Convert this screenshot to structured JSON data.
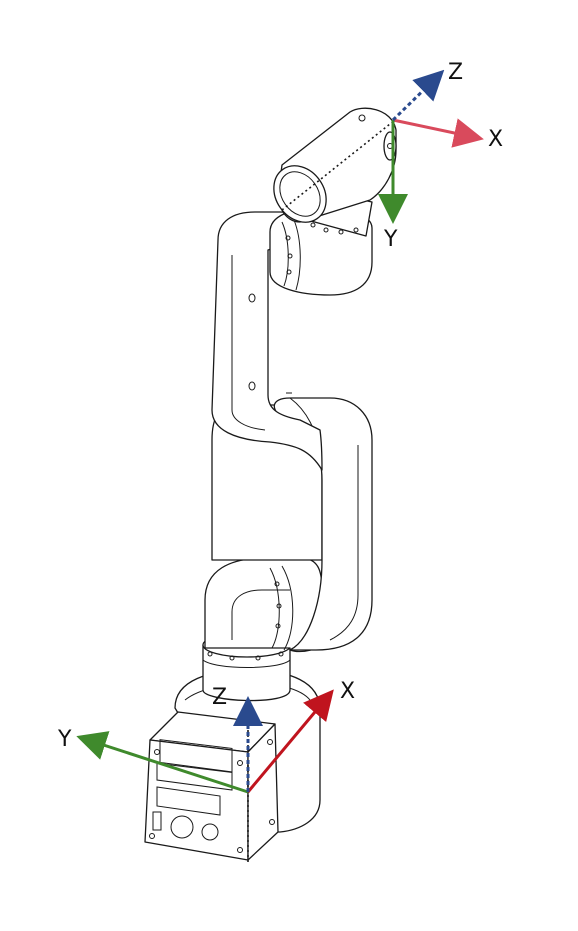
{
  "colors": {
    "x_red_top": "#d94a5c",
    "x_red_base": "#c0141e",
    "y_green": "#3f8a2c",
    "z_blue": "#2a4a8e",
    "line": "#1a1a1a"
  },
  "frames": {
    "tool": {
      "x_label": "X",
      "y_label": "Y",
      "z_label": "Z"
    },
    "base": {
      "x_label": "X",
      "y_label": "Y",
      "z_label": "Z"
    }
  }
}
